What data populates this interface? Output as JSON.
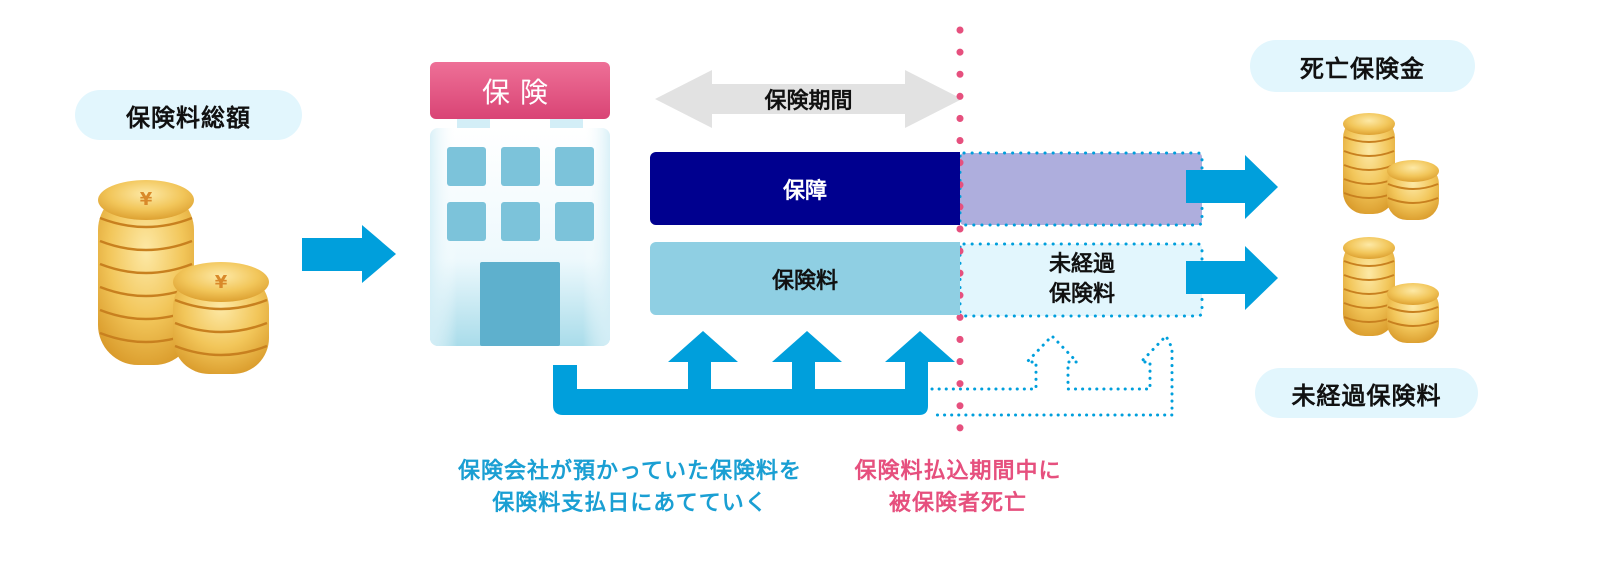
{
  "labels": {
    "total_premium": "保険料総額",
    "company_sign": "保険",
    "coverage_period": "保険期間",
    "coverage": "保障",
    "premium": "保険料",
    "unearned_premium_line1": "未経過",
    "unearned_premium_line2": "保険料",
    "death_benefit": "死亡保険金",
    "unearned_premium_refund": "未経過保険料"
  },
  "captions": {
    "company_allocation_line1": "保険会社が預かっていた保険料を",
    "company_allocation_line2": "保険料支払日にあてていく",
    "insured_death_line1": "保険料払込期間中に",
    "insured_death_line2": "被保険者死亡"
  },
  "icons": {
    "coins_left": "yen-coin-stack-icon",
    "building": "insurance-company-building-icon",
    "coins_death_benefit": "yen-coin-stack-icon",
    "coins_unearned": "yen-coin-stack-icon"
  },
  "colors": {
    "arrow_blue": "#009fdc",
    "navy": "#00008f",
    "lavender": "#aeaedd",
    "light_blue_bar": "#8fcfe3",
    "pale_blue": "#e2f6fd",
    "pink": "#e6507e",
    "period_arrow_gray": "#e2e2e2",
    "sign_pink": "#e45581",
    "caption_blue": "#1a9fd3",
    "caption_pink": "#e6507e"
  }
}
